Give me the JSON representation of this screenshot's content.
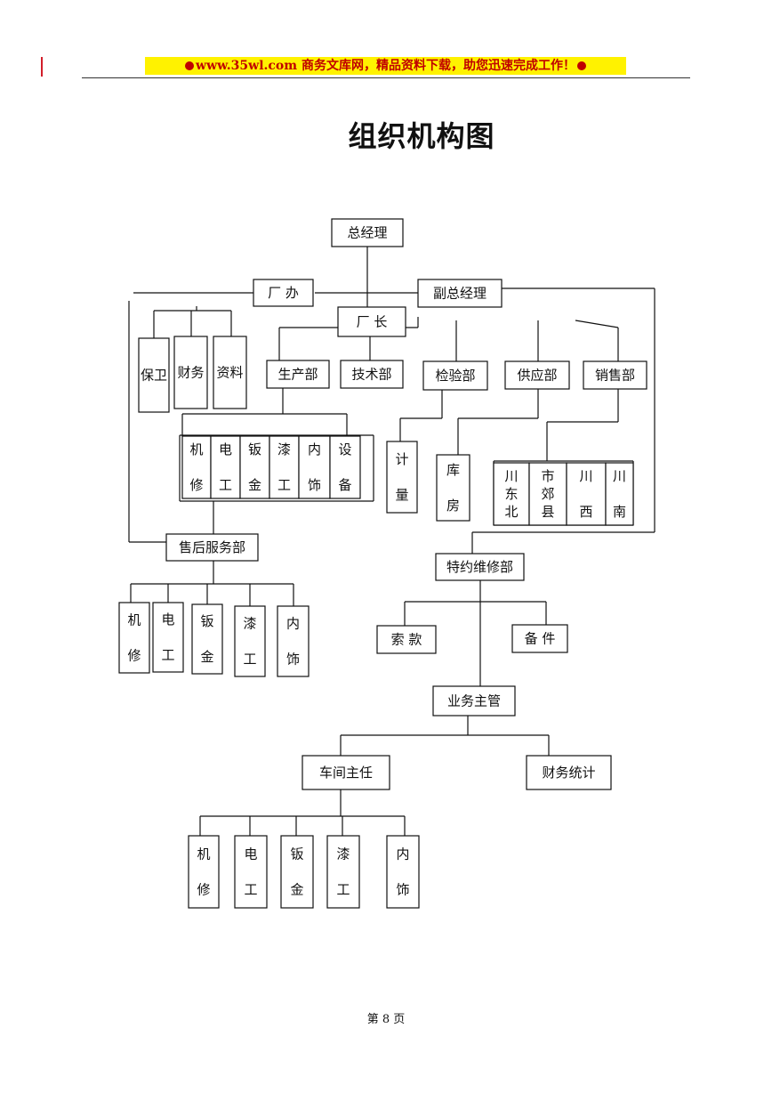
{
  "header": {
    "banner_text": "www.35wl.com  商务文库网，精品资料下载，助您迅速完成工作！",
    "dot_color": "#c00000",
    "banner_bg": "#fff200"
  },
  "title": "组织机构图",
  "footer": {
    "page": "第  8  页"
  },
  "nodes": [
    {
      "id": "gm",
      "label": "总经理"
    },
    {
      "id": "office",
      "label": "厂  办"
    },
    {
      "id": "vgm",
      "label": "副总经理"
    },
    {
      "id": "director",
      "label": "厂   长"
    },
    {
      "id": "bw",
      "label": "保卫"
    },
    {
      "id": "cw",
      "label": "财务"
    },
    {
      "id": "zl",
      "label": "资料"
    },
    {
      "id": "prod",
      "label": "生产部"
    },
    {
      "id": "tech",
      "label": "技术部"
    },
    {
      "id": "insp",
      "label": "检验部"
    },
    {
      "id": "supply",
      "label": "供应部"
    },
    {
      "id": "sales",
      "label": "销售部"
    },
    {
      "id": "w1",
      "label": "机修"
    },
    {
      "id": "w2",
      "label": "电工"
    },
    {
      "id": "w3",
      "label": "钣金"
    },
    {
      "id": "w4",
      "label": "漆工"
    },
    {
      "id": "w5",
      "label": "内饰"
    },
    {
      "id": "w6",
      "label": "设备"
    },
    {
      "id": "meter",
      "label": "计量"
    },
    {
      "id": "store",
      "label": "库房"
    },
    {
      "id": "r1",
      "label": "川东北"
    },
    {
      "id": "r2",
      "label": "市郊县"
    },
    {
      "id": "r3",
      "label": "川西"
    },
    {
      "id": "r4",
      "label": "川南"
    },
    {
      "id": "after",
      "label": "售后服务部"
    },
    {
      "id": "a1",
      "label": "机修"
    },
    {
      "id": "a2",
      "label": "电工"
    },
    {
      "id": "a3",
      "label": "钣金"
    },
    {
      "id": "a4",
      "label": "漆工"
    },
    {
      "id": "a5",
      "label": "内饰"
    },
    {
      "id": "special",
      "label": "特约维修部"
    },
    {
      "id": "claim",
      "label": "索  款"
    },
    {
      "id": "parts",
      "label": "备 件"
    },
    {
      "id": "biz",
      "label": "业务主管"
    },
    {
      "id": "shop",
      "label": "车间主任"
    },
    {
      "id": "stat",
      "label": "财务统计"
    },
    {
      "id": "s1",
      "label": "机修"
    },
    {
      "id": "s2",
      "label": "电工"
    },
    {
      "id": "s3",
      "label": "钣金"
    },
    {
      "id": "s4",
      "label": "漆工"
    },
    {
      "id": "s5",
      "label": "内饰"
    }
  ]
}
